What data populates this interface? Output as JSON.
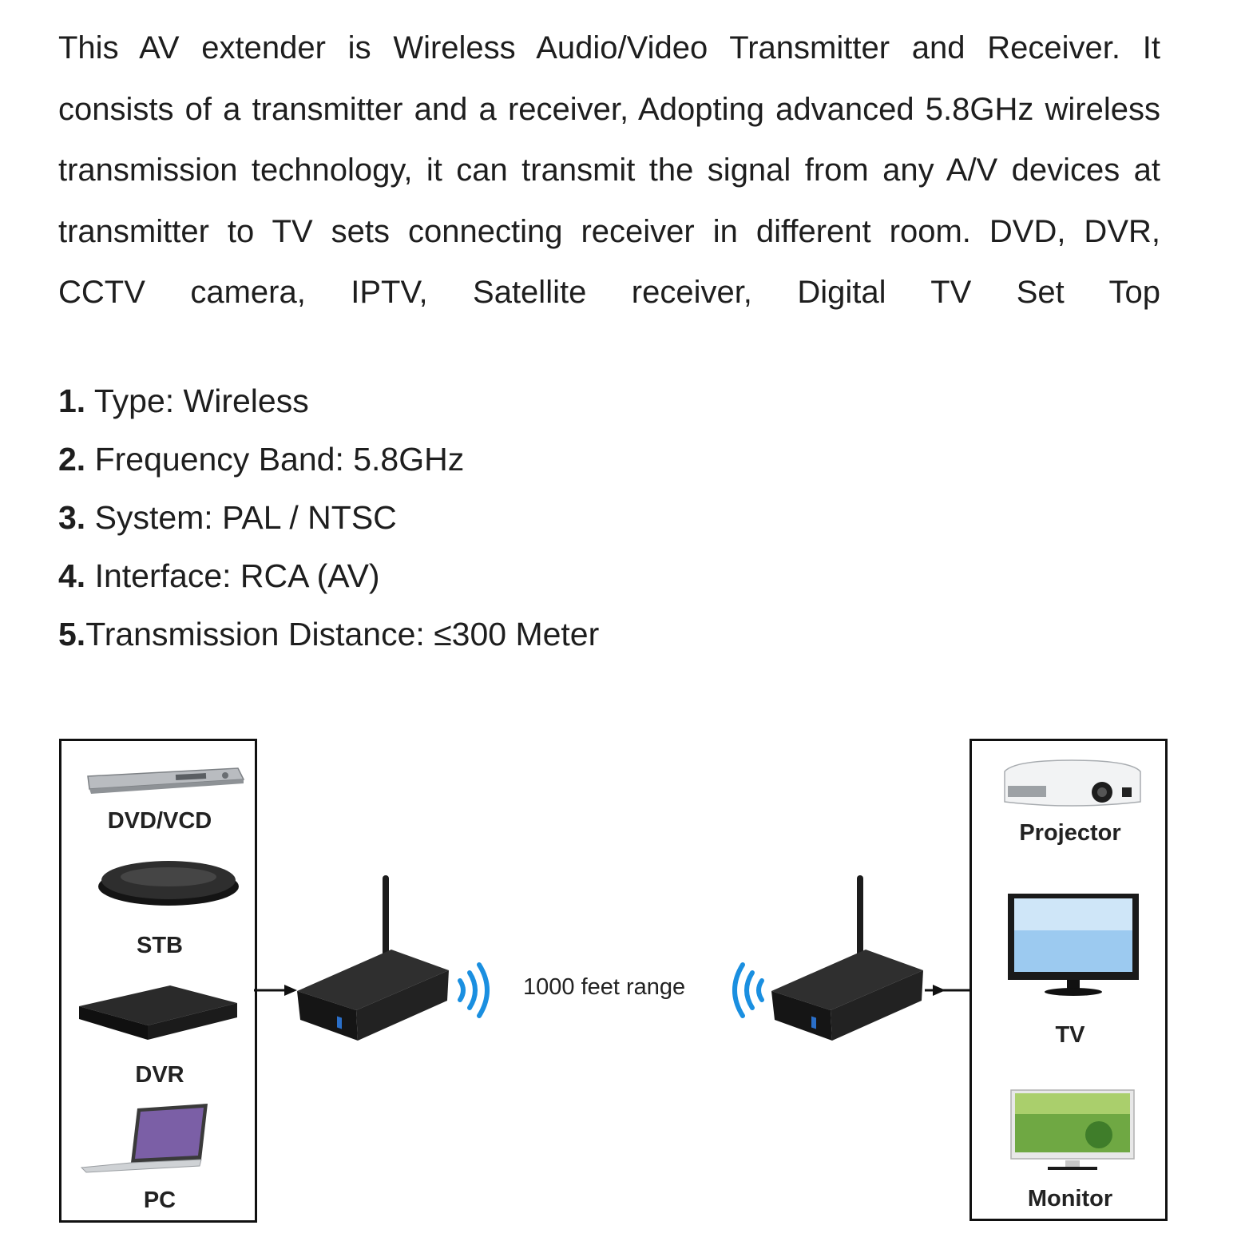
{
  "intro": "This AV extender is Wireless Audio/Video Transmitter and Receiver. It consists of a transmitter and a receiver, Adopting advanced 5.8GHz wireless transmission technology, it can transmit the signal from any A/V devices at transmitter to TV sets connecting receiver in different room. DVD, DVR, CCTV camera, IPTV, Satellite receiver, Digital TV Set Top",
  "specs": [
    {
      "num": "1.",
      "text": " Type: Wireless"
    },
    {
      "num": "2.",
      "text": " Frequency Band: 5.8GHz"
    },
    {
      "num": "3.",
      "text": " System: PAL / NTSC"
    },
    {
      "num": "4.",
      "text": " Interface: RCA (AV)"
    },
    {
      "num": "5.",
      "text": "Transmission Distance: ≤300 Meter"
    }
  ],
  "diagram": {
    "sources": [
      "DVD/VCD",
      "STB",
      "DVR",
      "PC"
    ],
    "outputs": [
      "Projector",
      "TV",
      "Monitor"
    ],
    "range_label": "1000 feet range",
    "signal_color": "#1a8fe0"
  }
}
